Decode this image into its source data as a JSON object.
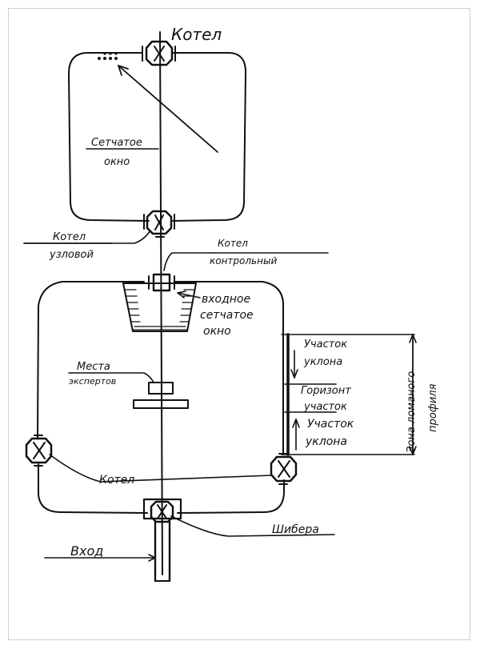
{
  "labels": {
    "kotel_top": "Котел",
    "setchatoe_1": "Сетчатое",
    "setchatoe_2": "окно",
    "kotel_uzlovoy_1": "Котел",
    "kotel_uzlovoy_2": "узловой",
    "kotel_kontrolny_1": "Котел",
    "kotel_kontrolny_2": "контрольный",
    "vhodnoe_1": "входное",
    "vhodnoe_2": "сетчатое",
    "vhodnoe_3": "окно",
    "mesta_1": "Места",
    "mesta_2": "экспертов",
    "uchastok_uklona_top_1": "Участок",
    "uchastok_uklona_top_2": "уклона",
    "gorizont_1": "Горизонт",
    "gorizont_2": "участок",
    "uchastok_uklona_bot_1": "Участок",
    "uchastok_uklona_bot_2": "уклона",
    "zona_1": "Зона ломаного",
    "zona_2": "профиля",
    "kotel_bottom": "Котел",
    "shibera": "Шибера",
    "vhod": "Вход"
  }
}
